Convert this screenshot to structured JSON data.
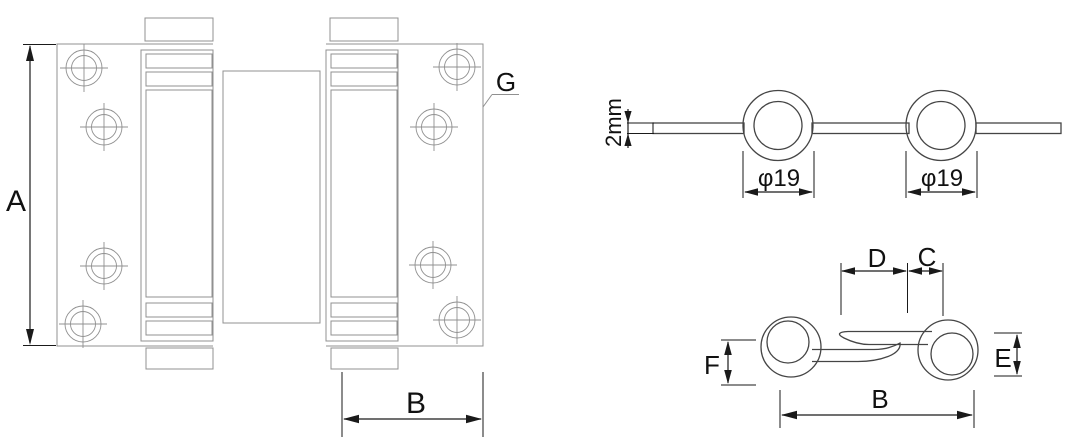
{
  "front_view": {
    "dim_a": "A",
    "dim_b": "B",
    "label_g": "G"
  },
  "side_view": {
    "thickness": "2mm",
    "dia_left": "φ19",
    "dia_right": "φ19"
  },
  "top_view": {
    "dim_d": "D",
    "dim_c": "C",
    "dim_e": "E",
    "dim_f": "F",
    "dim_b": "B"
  },
  "colors": {
    "background": "#ffffff",
    "front_outline": "#909090",
    "detail_outline": "#454545",
    "dimension": "#1a1a1a",
    "label_text": "#111111"
  }
}
